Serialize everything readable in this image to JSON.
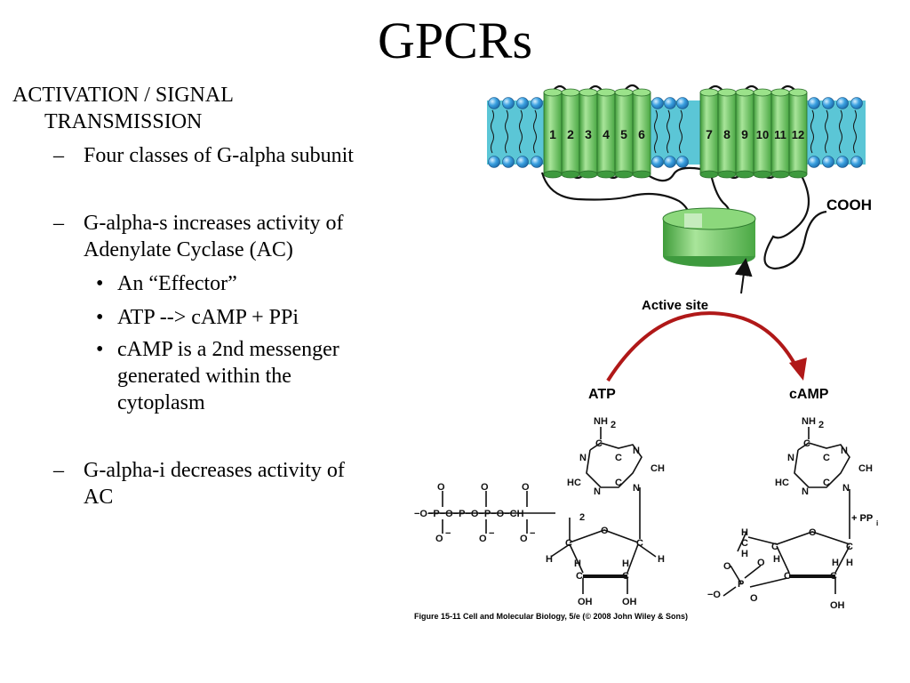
{
  "slide": {
    "title": "GPCRs",
    "bullets": {
      "heading_line1": "ACTIVATION / SIGNAL",
      "heading_line2": "TRANSMISSION",
      "dash1": "Four classes of G-alpha subunit",
      "dash2_line1": "G-alpha-s increases activity of",
      "dash2_line2": "Adenylate Cyclase (AC)",
      "sub1": "An “Effector”",
      "sub2": "ATP --> cAMP + PPi",
      "sub3_line1": "cAMP is a 2nd messenger",
      "sub3_line2": "generated within the",
      "sub3_line3": "cytoplasm",
      "dash3_line1": "G-alpha-i decreases activity of",
      "dash3_line2": "AC"
    },
    "dash_symbol": "–",
    "dot_symbol": "•"
  },
  "figure": {
    "helix_labels": [
      "1",
      "2",
      "3",
      "4",
      "5",
      "6",
      "7",
      "8",
      "9",
      "10",
      "11",
      "12"
    ],
    "cooh_label": "COOH",
    "active_site_label": "Active site",
    "atp_label": "ATP",
    "camp_label": "cAMP",
    "ppi_label": "+ PP",
    "ppi_subscript": "i",
    "caption": "Figure 15-11  Cell and Molecular Biology, 5/e (© 2008 John Wiley & Sons)",
    "colors": {
      "membrane": "#5bc6d6",
      "helix": "#7dd26d",
      "helix_dark": "#3e9a3e",
      "head": "#3aa0e0",
      "arrow": "#b01818"
    }
  }
}
